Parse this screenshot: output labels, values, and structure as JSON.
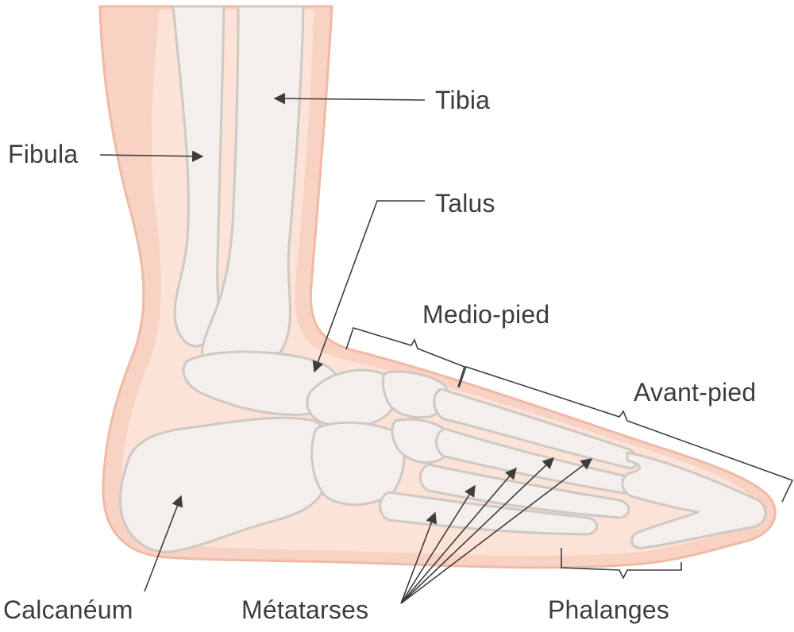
{
  "labels": {
    "fibula": "Fibula",
    "tibia": "Tibia",
    "talus": "Talus",
    "midfoot": "Medio-pied",
    "forefoot": "Avant-pied",
    "calcaneus": "Calcanéum",
    "metatarsals": "Métatarses",
    "phalanges": "Phalanges"
  },
  "colors": {
    "skin_outline": "#f0b9a5",
    "skin_fill": "#f8d2c2",
    "skin_inner": "#fbe3d8",
    "bone_fill": "#f3efec",
    "bone_outline": "#cfc8c3",
    "leader_line": "#3d3d3d",
    "label_text": "#3d3d3d"
  }
}
